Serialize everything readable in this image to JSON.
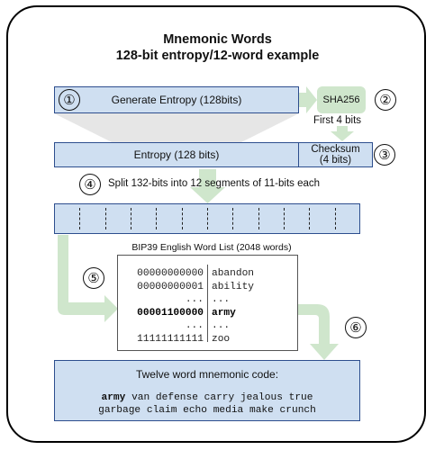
{
  "title": {
    "line1": "Mnemonic Words",
    "line2": "128-bit entropy/12-word example"
  },
  "steps": {
    "s1": "①",
    "s2": "②",
    "s3": "③",
    "s4": "④",
    "s5": "⑤",
    "s6": "⑥"
  },
  "generate": {
    "label": "Generate Entropy (128bits)"
  },
  "sha": {
    "label": "SHA256",
    "first_bits": "First 4 bits"
  },
  "entropy": {
    "label": "Entropy (128 bits)"
  },
  "checksum": {
    "line1": "Checksum",
    "line2": "(4 bits)"
  },
  "split": {
    "label": "Split 132-bits into 12 segments of 11-bits each",
    "segments": 12
  },
  "wordlist": {
    "title": "BIP39 English Word List (2048 words)",
    "rows": [
      {
        "bits": "00000000000",
        "word": "abandon",
        "bold": false
      },
      {
        "bits": "00000000001",
        "word": "ability",
        "bold": false
      },
      {
        "bits": "...",
        "word": "...",
        "bold": false
      },
      {
        "bits": "00001100000",
        "word": "army",
        "bold": true
      },
      {
        "bits": "...",
        "word": "...",
        "bold": false
      },
      {
        "bits": "11111111111",
        "word": "zoo",
        "bold": false
      }
    ]
  },
  "mnemonic": {
    "title": "Twelve word mnemonic code:",
    "first_word": "army",
    "line1_rest": " van defense carry jealous true",
    "line2": "garbage claim echo media make crunch"
  },
  "colors": {
    "blue_fill": "#cfdff1",
    "blue_border": "#2d4e8e",
    "green": "#cfe6cc",
    "gray_funnel": "#e4e4e4"
  }
}
